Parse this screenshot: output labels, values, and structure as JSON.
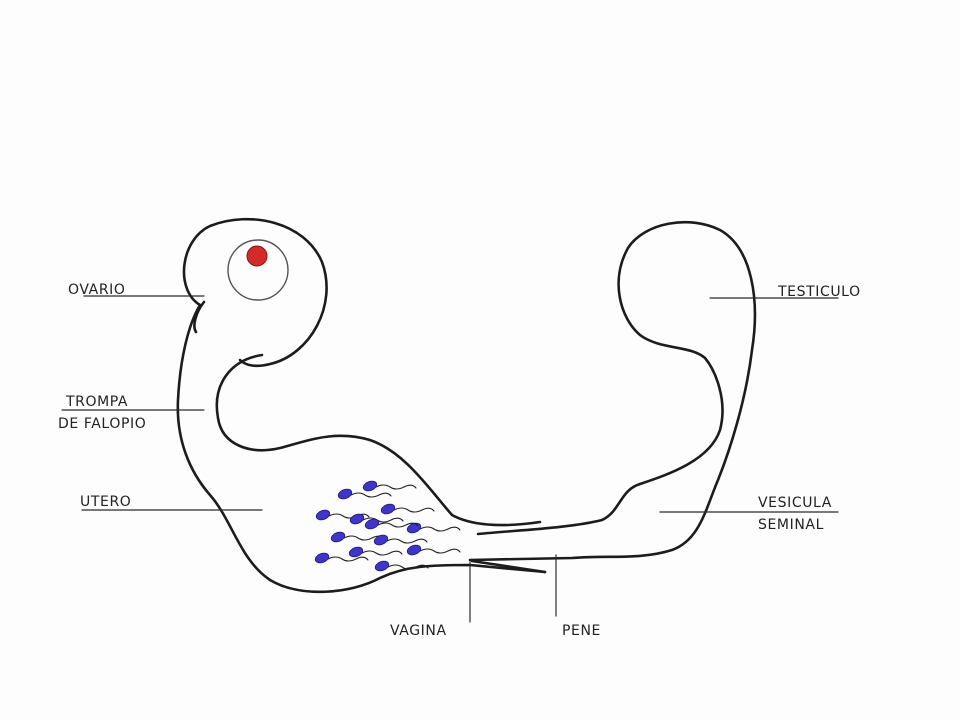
{
  "labels": {
    "ovario": "OVARIO",
    "trompa_line1": "TROMPA",
    "trompa_line2": "DE FALOPIO",
    "utero": "UTERO",
    "testiculo": "TESTICULO",
    "vesicula_line1": "VESICULA",
    "vesicula_line2": "SEMINAL",
    "vagina": "VAGINA",
    "pene": "PENE"
  },
  "colors": {
    "egg": "#d42a2a",
    "sperm": "#3f36c9",
    "outline": "#1c1c1c",
    "background": "#fdfdfd"
  },
  "icons": {
    "egg": "egg-cell-icon",
    "sperm": "sperm-cell-icon"
  },
  "sperm_count": 13
}
